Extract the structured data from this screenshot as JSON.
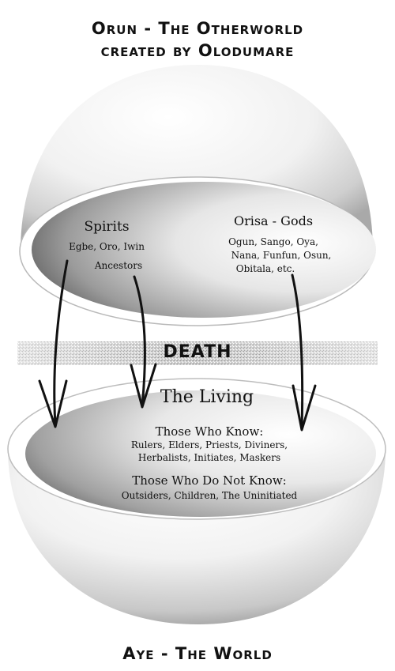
{
  "title": {
    "line1": "Orun - The Otherworld",
    "line2": "created by Olodumare"
  },
  "spirits": {
    "heading": "Spirits",
    "line1": "Egbe, Oro, Iwin",
    "line2": "Ancestors"
  },
  "orisa": {
    "heading": "Orisa - Gods",
    "line1": "Ogun, Sango, Oya,",
    "line2": "Nana,  Funfun, Osun,",
    "line3": "Obitala, etc."
  },
  "death": "DEATH",
  "living": {
    "heading": "The Living",
    "know_heading": "Those Who Know:",
    "know_line1": "Rulers, Elders, Priests, Diviners,",
    "know_line2": "Herbalists, Initiates, Maskers",
    "notknow_heading": "Those Who Do Not Know:",
    "notknow_line1": "Outsiders, Children, The Uninitiated"
  },
  "bottom_title": "Aye - The World",
  "colors": {
    "text": "#111111",
    "sphere_light": "#ffffff",
    "sphere_shade": "#8a8a8a",
    "inner_dark": "#6e6e6e"
  }
}
